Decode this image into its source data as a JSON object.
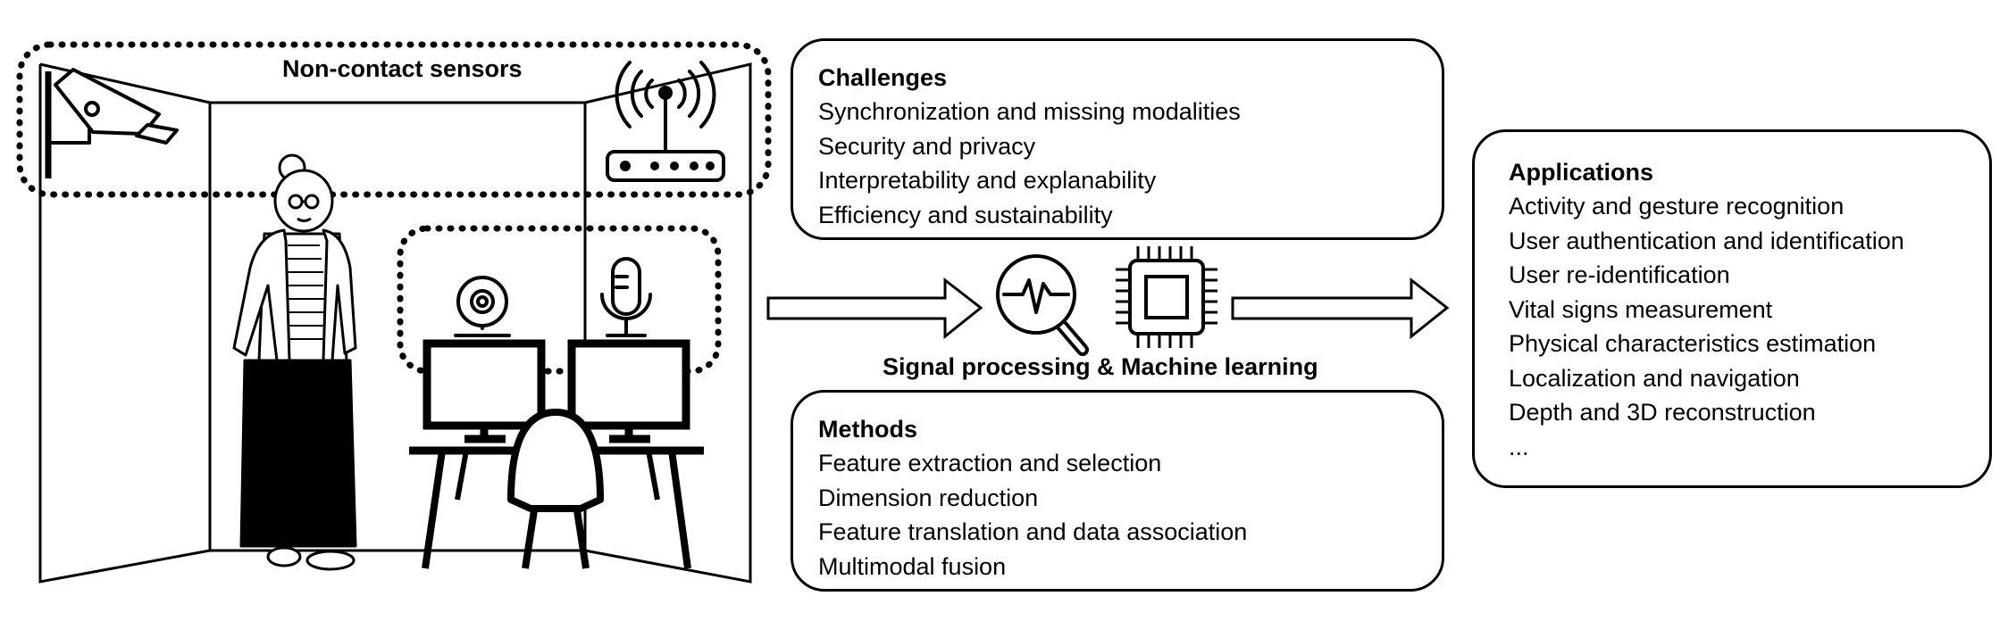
{
  "sensors_label": "Non-contact sensors",
  "processing_label": "Signal processing & Machine learning",
  "challenges": {
    "title": "Challenges",
    "items": [
      "Synchronization and missing modalities",
      "Security and privacy",
      "Interpretability and explanability",
      "Efficiency and sustainability"
    ]
  },
  "methods": {
    "title": "Methods",
    "items": [
      "Feature extraction and selection",
      "Dimension reduction",
      "Feature translation and data association",
      "Multimodal fusion"
    ]
  },
  "applications": {
    "title": "Applications",
    "items": [
      "Activity and gesture recognition",
      "User authentication and identification",
      "User re-identification",
      "Vital signs measurement",
      "Physical characteristics estimation",
      "Localization and navigation",
      "Depth and 3D reconstruction",
      "..."
    ]
  },
  "icons": {
    "security_camera": "security-camera-icon",
    "wifi_router": "wifi-router-icon",
    "webcam": "webcam-icon",
    "microphone": "microphone-icon",
    "signal_analysis": "signal-magnifier-icon",
    "processor": "cpu-chip-icon",
    "person": "elderly-woman-figure",
    "desk": "desk-with-monitors",
    "chair": "chair-icon"
  }
}
